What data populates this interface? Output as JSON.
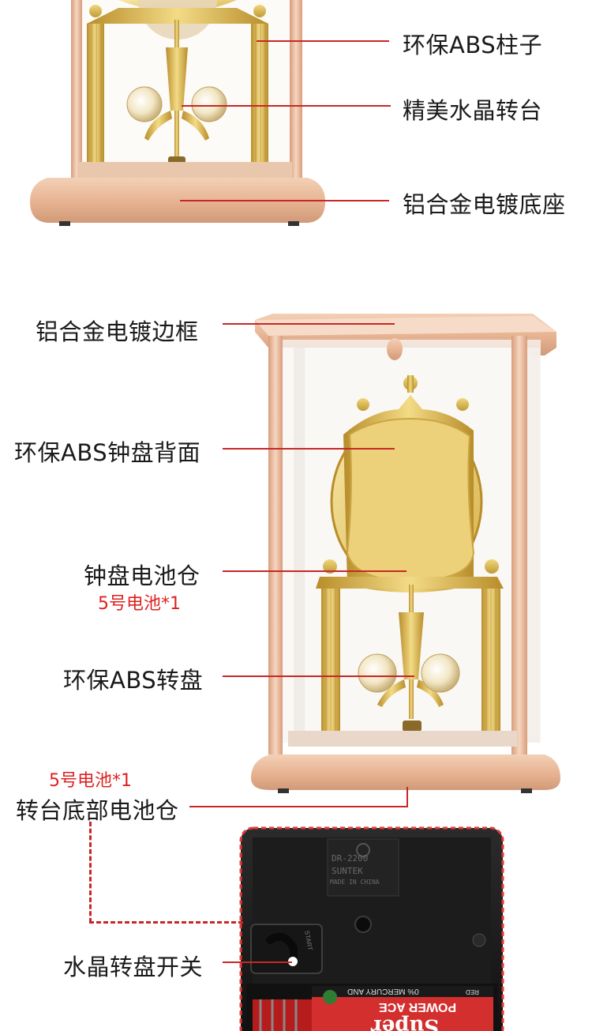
{
  "labels": {
    "pillar": "环保ABS柱子",
    "crystal_turntable": "精美水晶转台",
    "base": "铝合金电镀底座",
    "frame": "铝合金电镀边框",
    "dial_back": "环保ABS钟盘背面",
    "dial_battery": "钟盘电池仓",
    "dial_battery_note": "5号电池*1",
    "rotor": "环保ABS转盘",
    "base_battery_note": "5号电池*1",
    "base_battery": "转台底部电池仓",
    "switch": "水晶转盘开关"
  },
  "movement": {
    "model": "DR-2200",
    "brand": "SUNTEK",
    "origin": "MADE IN CHINA",
    "switch_mark": "START"
  },
  "battery": {
    "brand": "Super",
    "type": "POWER ACE",
    "note": "0% MERCURY AND",
    "grade": "RED"
  },
  "colors": {
    "accent_red": "#c62828",
    "note_red": "#e02020",
    "rose_gold": "#e6b08e",
    "gold": "#d7b24a"
  }
}
